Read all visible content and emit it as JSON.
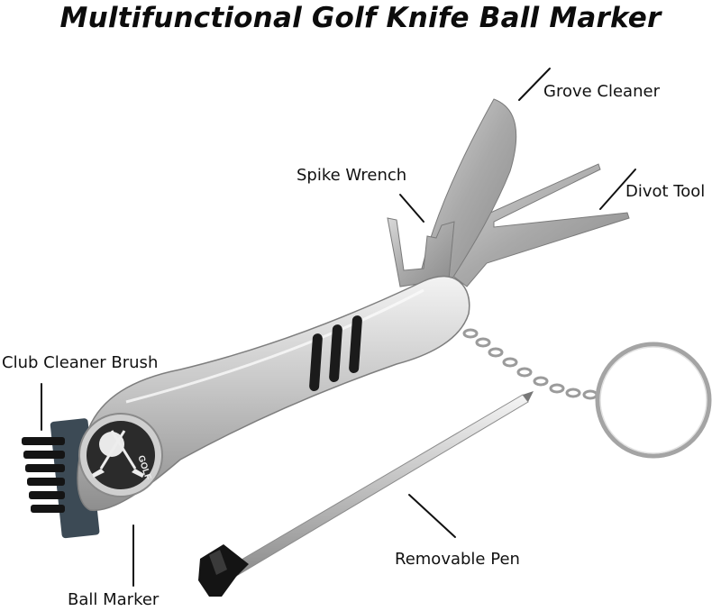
{
  "title": "Multifunctional Golf Knife Ball Marker",
  "labels": {
    "grove_cleaner": "Grove Cleaner",
    "spike_wrench": "Spike Wrench",
    "divot_tool": "Divot Tool",
    "club_cleaner_brush": "Club Cleaner Brush",
    "removable_pen": "Removable Pen",
    "ball_marker": "Ball Marker"
  },
  "medallion_text": "GOLF"
}
